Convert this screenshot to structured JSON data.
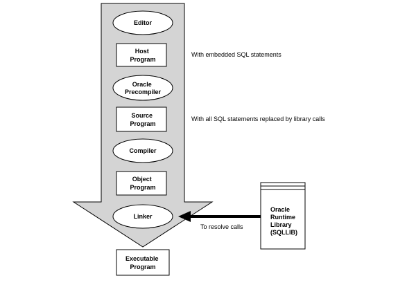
{
  "colors": {
    "arrow_fill": "#d4d4d4",
    "stroke": "#000000",
    "node_fill": "#ffffff"
  },
  "nodes": [
    {
      "id": "editor",
      "shape": "oval",
      "lines": [
        "Editor"
      ]
    },
    {
      "id": "host-program",
      "shape": "rect",
      "lines": [
        "Host",
        "Program"
      ]
    },
    {
      "id": "oracle-precompiler",
      "shape": "oval",
      "lines": [
        "Oracle",
        "Precompiler"
      ]
    },
    {
      "id": "source-program",
      "shape": "rect",
      "lines": [
        "Source",
        "Program"
      ]
    },
    {
      "id": "compiler",
      "shape": "oval",
      "lines": [
        "Compiler"
      ]
    },
    {
      "id": "object-program",
      "shape": "rect",
      "lines": [
        "Object",
        "Program"
      ]
    },
    {
      "id": "linker",
      "shape": "oval",
      "lines": [
        "Linker"
      ]
    },
    {
      "id": "executable-program",
      "shape": "rect",
      "lines": [
        "Executable",
        "Program"
      ]
    },
    {
      "id": "runtime-library",
      "shape": "doc",
      "lines": [
        "Oracle",
        "Runtime",
        "Library",
        "(SQLLIB)"
      ]
    }
  ],
  "annotations": [
    {
      "id": "host-note",
      "text": "With embedded SQL statements"
    },
    {
      "id": "source-note",
      "text": "With all SQL statements replaced by library calls"
    },
    {
      "id": "resolve-note",
      "text": "To resolve calls"
    }
  ]
}
